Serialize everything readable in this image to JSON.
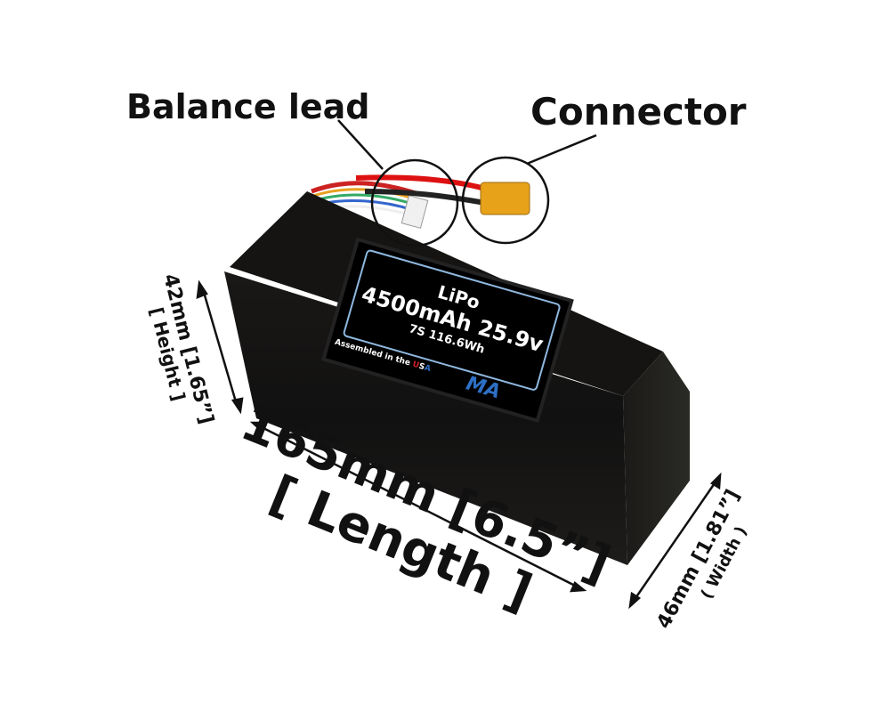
{
  "callouts": {
    "balance_lead": "Balance lead",
    "connector": "Connector"
  },
  "label": {
    "chemistry": "LiPo",
    "capacity_voltage": "4500mAh 25.9v",
    "cells_energy": "7S 116.6Wh",
    "assembled_prefix": "Assembled in the ",
    "assembled_u": "U",
    "assembled_s": "S",
    "assembled_a": "A",
    "logo": "MA"
  },
  "dimensions": {
    "length": "165mm [6.5”]",
    "length_label": "[ Length ]",
    "height": "42mm [1.65”]",
    "height_label": "[ Height ]",
    "width": "46mm [1.81”]",
    "width_label": "( Width )"
  },
  "colors": {
    "label_border": "#8fb8e0",
    "logo_blue": "#2d6fc4",
    "usa_red": "#d32020",
    "usa_blue": "#2d6fc4"
  }
}
